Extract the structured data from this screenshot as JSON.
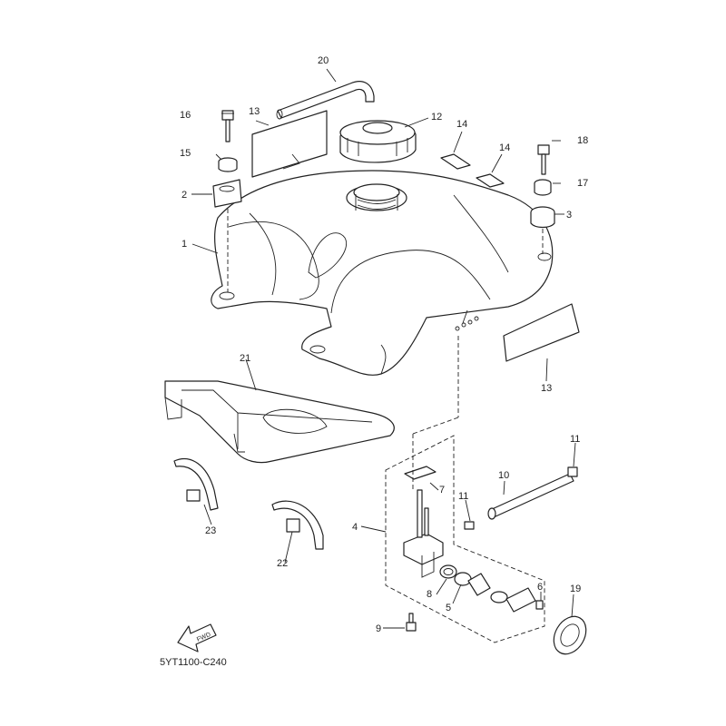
{
  "diagram": {
    "code": "5YT1100-C240",
    "fwd_label": "FWD",
    "callouts": {
      "c1": "1",
      "c2": "2",
      "c3": "3",
      "c4": "4",
      "c5": "5",
      "c6": "6",
      "c7": "7",
      "c8": "8",
      "c9": "9",
      "c10": "10",
      "c11a": "11",
      "c11b": "11",
      "c12": "12",
      "c13a": "13",
      "c13b": "13",
      "c14a": "14",
      "c14b": "14",
      "c15": "15",
      "c16": "16",
      "c17": "17",
      "c18": "18",
      "c19": "19",
      "c20": "20",
      "c21": "21",
      "c22": "22",
      "c23": "23"
    }
  }
}
